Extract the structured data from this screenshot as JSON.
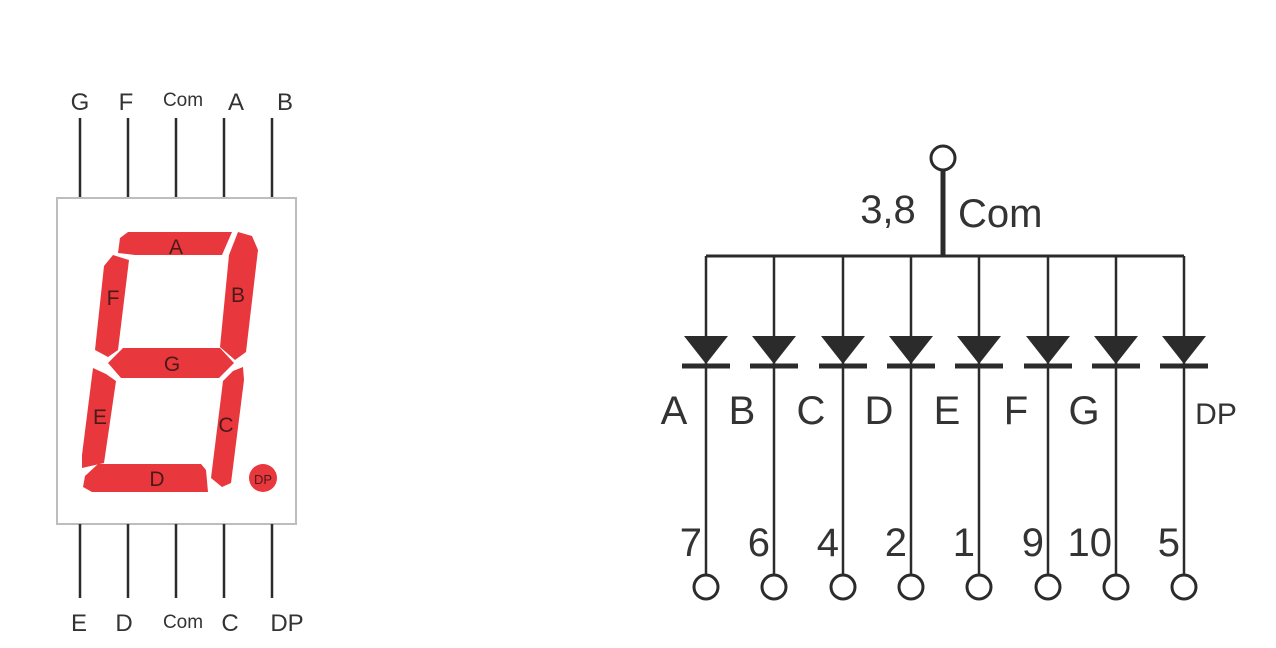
{
  "display": {
    "top_pins": [
      "G",
      "F",
      "Com",
      "A",
      "B"
    ],
    "bottom_pins": [
      "E",
      "D",
      "Com",
      "C",
      "DP"
    ],
    "segments": {
      "a": "A",
      "b": "B",
      "c": "C",
      "d": "D",
      "e": "E",
      "f": "F",
      "g": "G",
      "dp": "DP"
    }
  },
  "schematic": {
    "common_pins": "3,8",
    "common_label": "Com",
    "channels": [
      {
        "segment": "A",
        "pin": "7"
      },
      {
        "segment": "B",
        "pin": "6"
      },
      {
        "segment": "C",
        "pin": "4"
      },
      {
        "segment": "D",
        "pin": "2"
      },
      {
        "segment": "E",
        "pin": "1"
      },
      {
        "segment": "F",
        "pin": "9"
      },
      {
        "segment": "G",
        "pin": "10"
      },
      {
        "segment": "DP",
        "pin": "5"
      }
    ]
  },
  "colors": {
    "segment_fill": "#e8383d",
    "segment_text": "#4a1a1a",
    "line": "#2b2b2b",
    "frame": "#bdbdbd",
    "label": "#333333"
  }
}
